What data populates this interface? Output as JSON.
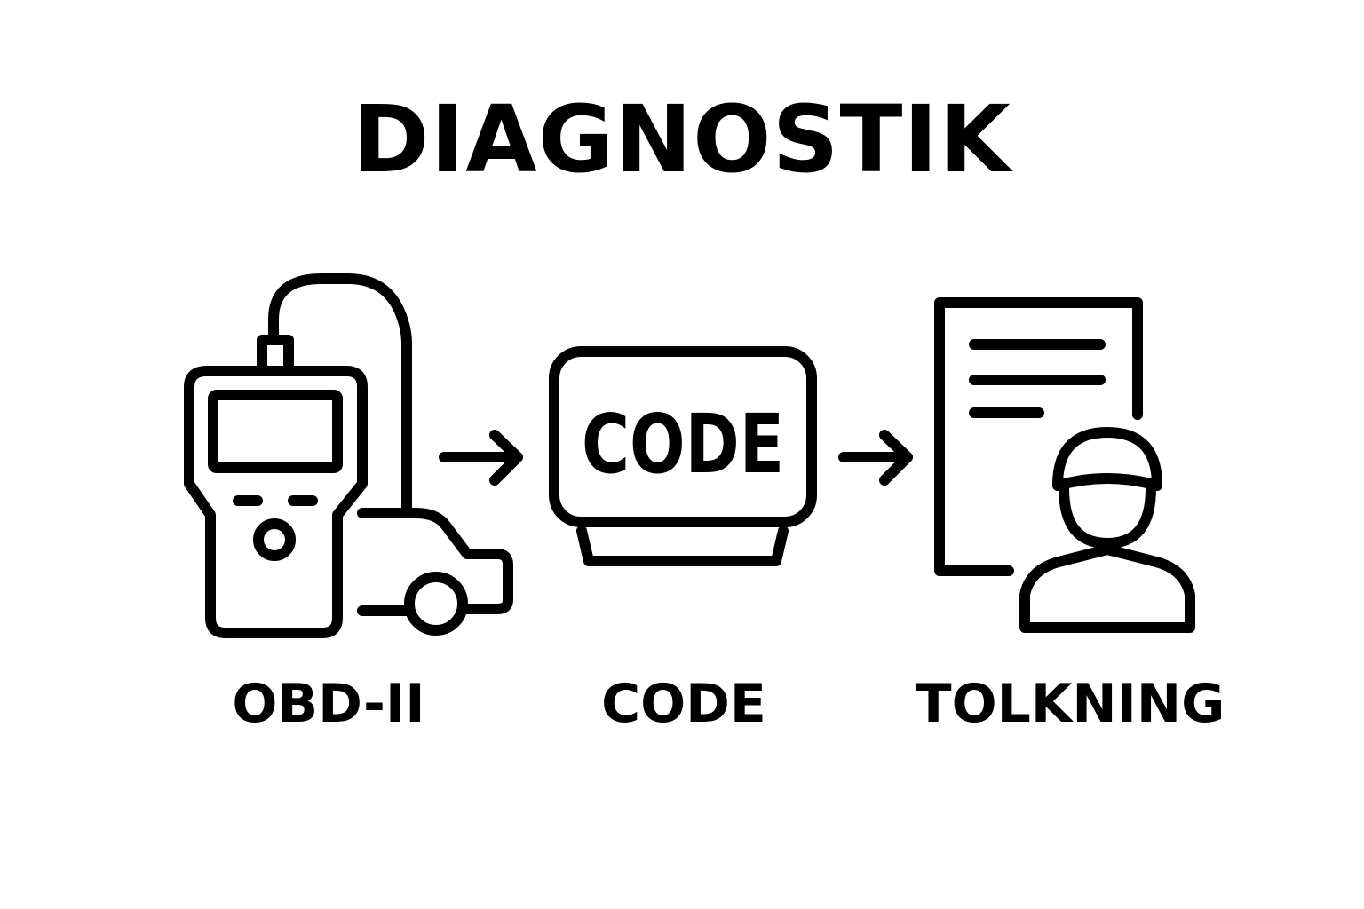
{
  "title": "DIAGNOSTIK",
  "steps": [
    {
      "label": "OBD-II",
      "icon": "obd-scanner-car-icon"
    },
    {
      "label": "CODE",
      "icon": "code-display-icon",
      "screen_text": "CODE"
    },
    {
      "label": "TOLKNING",
      "icon": "document-mechanic-icon"
    }
  ],
  "colors": {
    "stroke": "#000000",
    "background": "#ffffff"
  }
}
